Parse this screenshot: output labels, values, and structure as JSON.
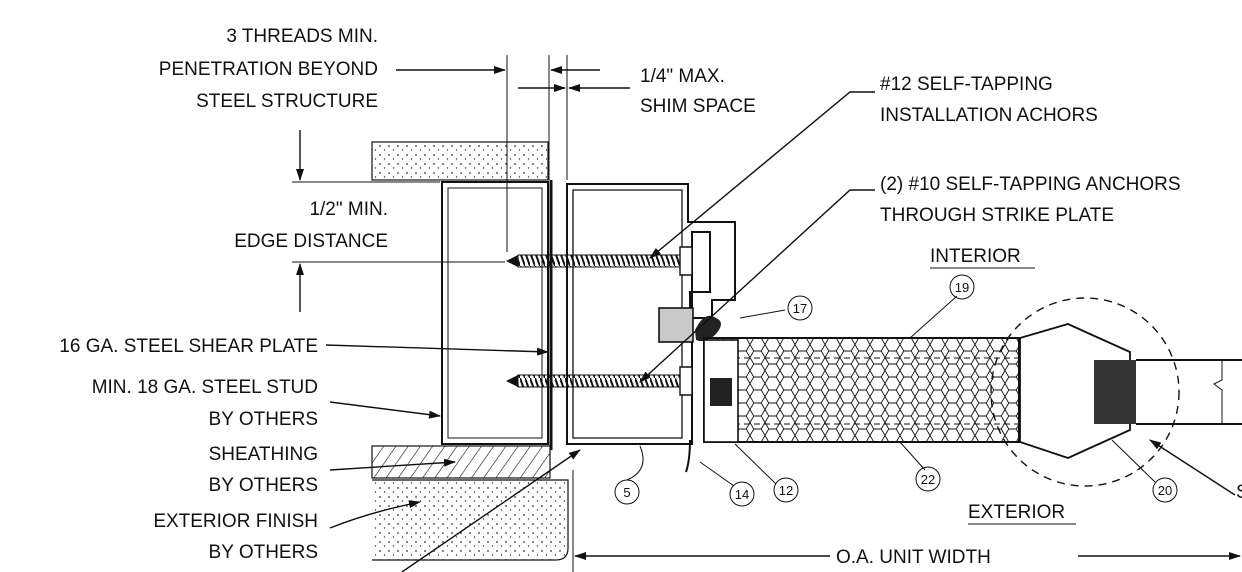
{
  "labels": {
    "threads": [
      "3 THREADS MIN.",
      "PENETRATION BEYOND",
      "STEEL STRUCTURE"
    ],
    "shim": [
      "1/4\" MAX.",
      "SHIM SPACE"
    ],
    "self_tap_12": [
      "#12 SELF-TAPPING",
      "INSTALLATION ACHORS"
    ],
    "self_tap_10": [
      "(2) #10 SELF-TAPPING ANCHORS",
      "THROUGH STRIKE PLATE"
    ],
    "edge": [
      "1/2\" MIN.",
      "EDGE DISTANCE"
    ],
    "interior": "INTERIOR",
    "exterior": "EXTERIOR",
    "shear_plate": "16 GA. STEEL SHEAR PLATE",
    "stud": [
      "MIN. 18 GA. STEEL STUD",
      "BY OTHERS"
    ],
    "sheathing": [
      "SHEATHING",
      "BY OTHERS"
    ],
    "finish": [
      "EXTERIOR FINISH",
      "BY OTHERS"
    ],
    "width": "O.A. UNIT WIDTH",
    "cut_letter": "S"
  },
  "callouts": [
    "17",
    "19",
    "5",
    "14",
    "12",
    "22",
    "20"
  ],
  "colors": {
    "line": "#111111",
    "foam": "#c9c9c9",
    "plaster": "#f2f2f2"
  }
}
